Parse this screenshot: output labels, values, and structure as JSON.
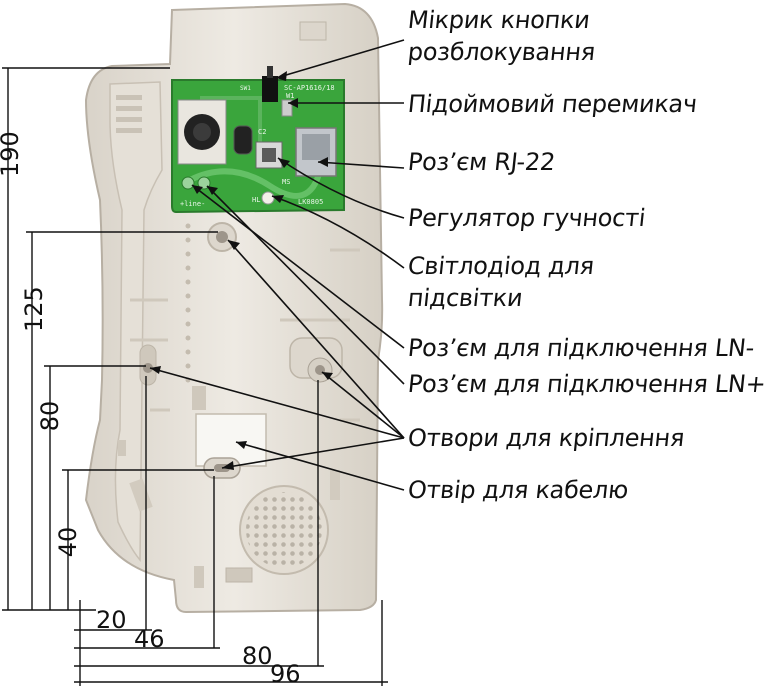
{
  "labels": {
    "mikryk": "Мікрик кнопки розблокування",
    "pidoimovyi": "Підоймовий перемикач",
    "rj22": "Роз’єм RJ-22",
    "volume": "Регулятор гучності",
    "led": "Світлодіод для підсвітки",
    "ln_minus": "Роз’єм для підключення LN-",
    "ln_plus": "Роз’єм для підключення LN+",
    "mount": "Отвори для кріплення",
    "cable": "Отвір для кабелю"
  },
  "label_lines": {
    "mikryk_1": "Мікрик кнопки",
    "mikryk_2": "розблокування",
    "led_1": "Світлодіод для",
    "led_2": "підсвітки"
  },
  "dimensions": {
    "h190": "190",
    "h125": "125",
    "h80": "80",
    "h40": "40",
    "w20": "20",
    "w46": "46",
    "w80": "80",
    "w96": "96"
  },
  "pcb_text": {
    "model": "SC-AP1616/18",
    "code": "LK0805",
    "line": "+line-",
    "c2": "C2",
    "w1": "W1",
    "hl": "HL",
    "sw": "SW1",
    "ms": "MS"
  },
  "colors": {
    "housing": "#e9e4dc",
    "pcb": "#3aa53c",
    "leader": "#111111"
  }
}
